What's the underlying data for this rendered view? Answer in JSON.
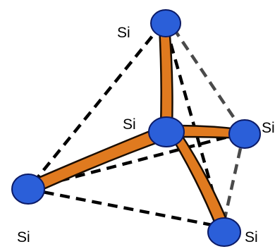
{
  "colors": {
    "atom_fill": "#2B5FD9",
    "atom_stroke": "#0B1A66",
    "bond_fill": "#E07A1F",
    "bond_stroke": "#1A0D00",
    "edge_front": "#000000",
    "edge_back": "#4A4A4A"
  },
  "atoms": {
    "top": {
      "label": "Si"
    },
    "center": {
      "label": "Si"
    },
    "right": {
      "label": "Si"
    },
    "left": {
      "label": "Si"
    },
    "bottom": {
      "label": "Si"
    }
  }
}
